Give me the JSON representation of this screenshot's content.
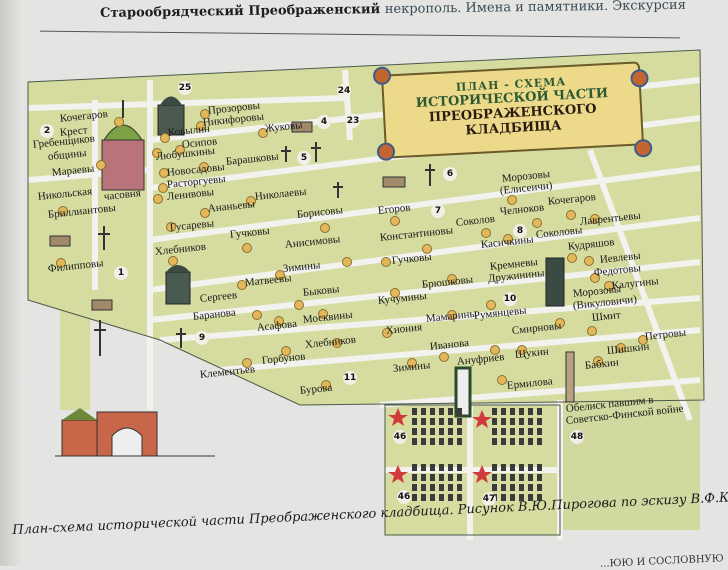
{
  "header": {
    "title_bold": "Старообрядческий Преображенский",
    "title_rest": "некрополь. Имена и памятники. Экскурсия"
  },
  "map_title": {
    "line1": "ПЛАН - СХЕМА",
    "line2": "ИСТОРИЧЕСКОЙ ЧАСТИ",
    "line3": "ПРЕОБРАЖЕНСКОГО КЛАДБИЩА"
  },
  "labels": [
    "Кочегаров",
    "Крест",
    "Гребенщиков",
    "общины",
    "Мараевы",
    "Никольская",
    "часовня",
    "Бриллиантовы",
    "Филипповы",
    "Прозоровы",
    "Никифоровы",
    "Жуковы",
    "Ковылин",
    "Осипов",
    "Любушкины",
    "Барашковы",
    "Новосадовы",
    "Расторгуевы",
    "Ленивовы",
    "Николаевы",
    "Ананьевы",
    "Борисовы",
    "Гусаревы",
    "Гучковы",
    "Анисимовы",
    "Хлебников",
    "Зимины",
    "Матвеевы",
    "Сергеев",
    "Быковы",
    "Баранова",
    "Асафова",
    "Москвины",
    "Хлебников",
    "Горбунов",
    "Клементьев",
    "Бурова",
    "Зимины",
    "Хиония",
    "Мамарины",
    "Кучумины",
    "Брюшковы",
    "Кремневы",
    "Дружинины",
    "Румянцевы",
    "Иванова",
    "Ануфриев",
    "Щукин",
    "Ермилова",
    "Морозовы",
    "(Елисеичи)",
    "Кочегаров",
    "Челноков",
    "Лаврентьевы",
    "Егоров",
    "Соколов",
    "Константиновы",
    "Касичкины",
    "Соколовы",
    "Кудряшов",
    "Иевлевы",
    "Гучковы",
    "Федотовы",
    "Калугины",
    "Морозовы",
    "(Викуловичи)",
    "Шмит",
    "Смирновы",
    "Петровы",
    "Шишкин",
    "Бабкин",
    "Обелиск павшим в",
    "Советско-Финской войне"
  ],
  "badges": [
    "1",
    "2",
    "4",
    "5",
    "6",
    "7",
    "8",
    "9",
    "10",
    "11",
    "23",
    "24",
    "25",
    "46",
    "46",
    "47",
    "48"
  ],
  "caption": "План-схема исторической части Преображенского кладбища. Рисунок В.Ю.Пирогова по эскизу В.Ф.Козлова",
  "footer_fragment": "...ЮЮ И СОСЛОВНУЮ",
  "colors": {
    "map_bg": "#d6dca0",
    "road": "#f2f2ee",
    "dot": "#e2b85a",
    "gate": "#c8664a",
    "star": "#d03a3a"
  }
}
